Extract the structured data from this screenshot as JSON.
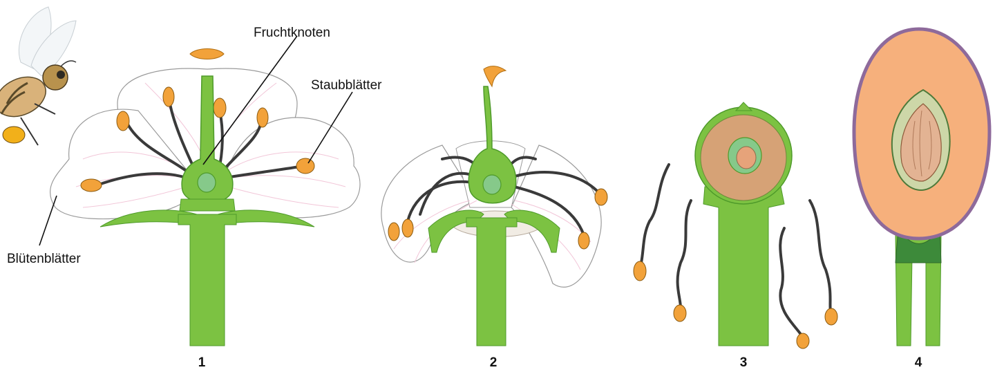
{
  "labels": {
    "fruchtknoten": "Fruchtknoten",
    "staubblaetter": "Staubblätter",
    "bluetenblaetter": "Blütenblätter"
  },
  "stages": [
    "1",
    "2",
    "3",
    "4"
  ],
  "colors": {
    "stem": "#7cc242",
    "stem_dark": "#4e9a2a",
    "anther": "#f2a23a",
    "petal_fill": "#ffffff",
    "petal_line": "#9a9a9a",
    "petal_vein": "#f2c6d8",
    "filament": "#3a3a3a",
    "fruit_flesh": "#f6b07c",
    "fruit_skin": "#8e6a9b",
    "ovary": "#86c98a"
  }
}
